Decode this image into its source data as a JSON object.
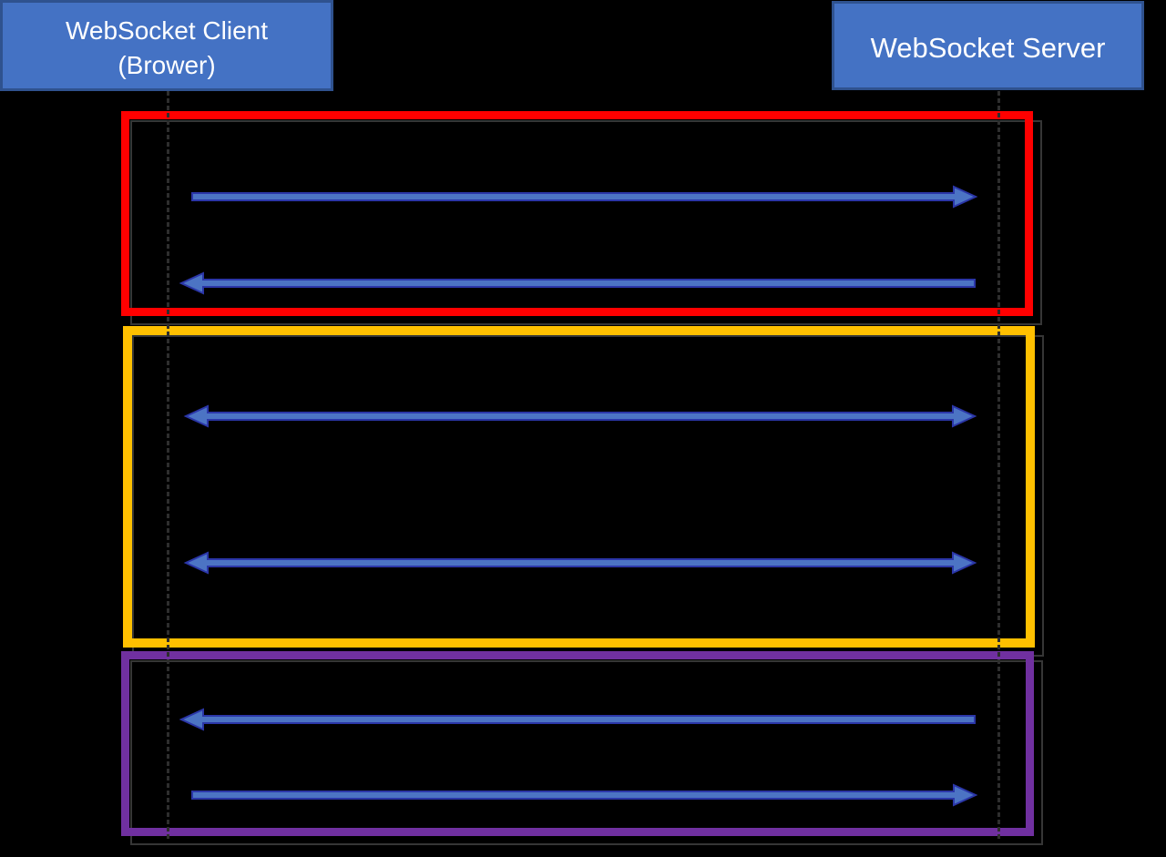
{
  "diagram": {
    "background_color": "#000000",
    "endpoints": {
      "client": {
        "label_lines": [
          "WebSocket Client",
          "(Brower)"
        ],
        "fill": "#4472C4",
        "border_color": "#2F528F",
        "text_color": "#FFFFFF"
      },
      "server": {
        "label_lines": [
          "WebSocket Server"
        ],
        "fill": "#4472C4",
        "border_color": "#2F528F",
        "text_color": "#FFFFFF"
      }
    },
    "lifeline": {
      "color": "#2E2E2E",
      "style": "dashed"
    },
    "arrow_style": {
      "fill": "#4C74C4",
      "outline_color": "#2B36A8"
    },
    "shadow_color": "#363636",
    "sections": [
      {
        "name": "red-section",
        "border_color": "#FF0000",
        "arrows": [
          {
            "direction": "client-to-server"
          },
          {
            "direction": "server-to-client"
          }
        ]
      },
      {
        "name": "yellow-section",
        "border_color": "#FFC000",
        "arrows": [
          {
            "direction": "bidirectional"
          },
          {
            "direction": "bidirectional"
          }
        ]
      },
      {
        "name": "purple-section",
        "border_color": "#7030A0",
        "arrows": [
          {
            "direction": "server-to-client"
          },
          {
            "direction": "client-to-server"
          }
        ]
      }
    ]
  }
}
